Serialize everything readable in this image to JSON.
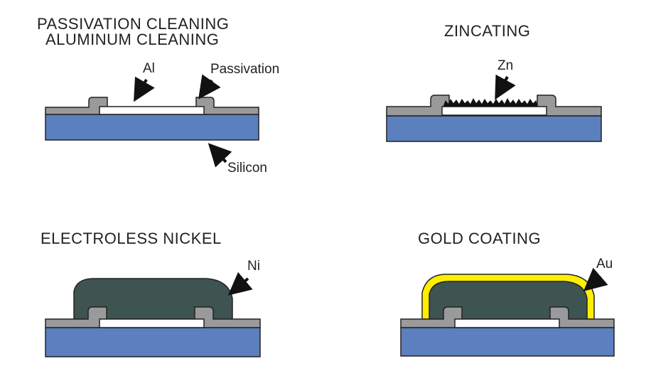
{
  "panels": {
    "passivation": {
      "title_line1": "PASSIVATION CLEANING",
      "title_line2": "ALUMINUM CLEANING",
      "label_al": "Al",
      "label_passivation": "Passivation",
      "label_silicon": "Silicon"
    },
    "zincating": {
      "title": "ZINCATING",
      "label_zn": "Zn"
    },
    "nickel": {
      "title": "ELECTROLESS NICKEL",
      "label_ni": "Ni"
    },
    "gold": {
      "title": "GOLD COATING",
      "label_au": "Au"
    }
  },
  "colors": {
    "silicon": "#5b7fbf",
    "passivation": "#9a9a9a",
    "aluminum_pad": "#ffffff",
    "nickel": "#3e5450",
    "gold": "#ffee00",
    "outline": "#222222"
  }
}
